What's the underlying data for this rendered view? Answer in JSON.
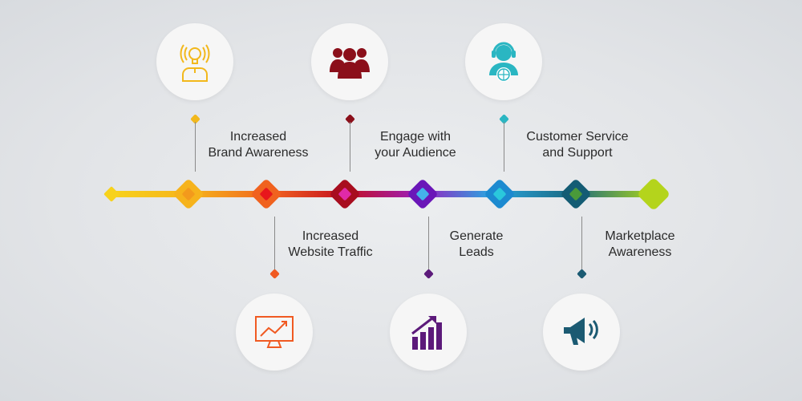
{
  "items": [
    {
      "id": "brand-awareness",
      "line1": "Increased",
      "line2": "Brand Awareness",
      "icon": "lightbulb-person-icon",
      "color": "#f2b81c",
      "position": "top"
    },
    {
      "id": "website-traffic",
      "line1": "Increased",
      "line2": "Website Traffic",
      "icon": "monitor-chart-icon",
      "color": "#f05a22",
      "position": "bottom"
    },
    {
      "id": "engage-audience",
      "line1": "Engage with",
      "line2": "your Audience",
      "icon": "group-icon",
      "color": "#8b0f1a",
      "position": "top"
    },
    {
      "id": "generate-leads",
      "line1": "Generate",
      "line2": "Leads",
      "icon": "bar-chart-arrow-icon",
      "color": "#5c1a7a",
      "position": "bottom"
    },
    {
      "id": "customer-service",
      "line1": "Customer Service",
      "line2": "and Support",
      "icon": "headset-support-icon",
      "color": "#2ab6c2",
      "position": "top"
    },
    {
      "id": "marketplace-awareness",
      "line1": "Marketplace",
      "line2": "Awareness",
      "icon": "megaphone-icon",
      "color": "#1b5a72",
      "position": "bottom"
    }
  ]
}
